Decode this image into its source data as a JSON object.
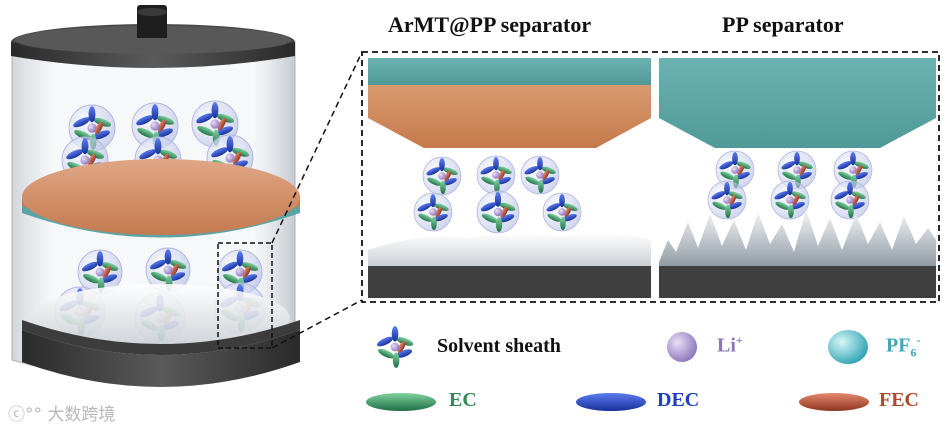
{
  "titles": {
    "left": "ArMT@PP separator",
    "right": "PP separator"
  },
  "legend": {
    "solvent_sheath": "Solvent sheath",
    "li": "Li",
    "li_sup": "+",
    "pf6": "PF",
    "pf6_sub": "6",
    "pf6_sup": "-",
    "ec": "EC",
    "dec": "DEC",
    "fec": "FEC"
  },
  "colors": {
    "ec": "#2f8a57",
    "dec": "#1f3fbf",
    "fec": "#b0482f",
    "li": "#9c88c6",
    "pf6": "#4fb9c6",
    "armt_layer": "#cf8b60",
    "pp_layer": "#5fa7a6",
    "electrode": "#3f3f3f"
  },
  "watermark": "大数跨境"
}
